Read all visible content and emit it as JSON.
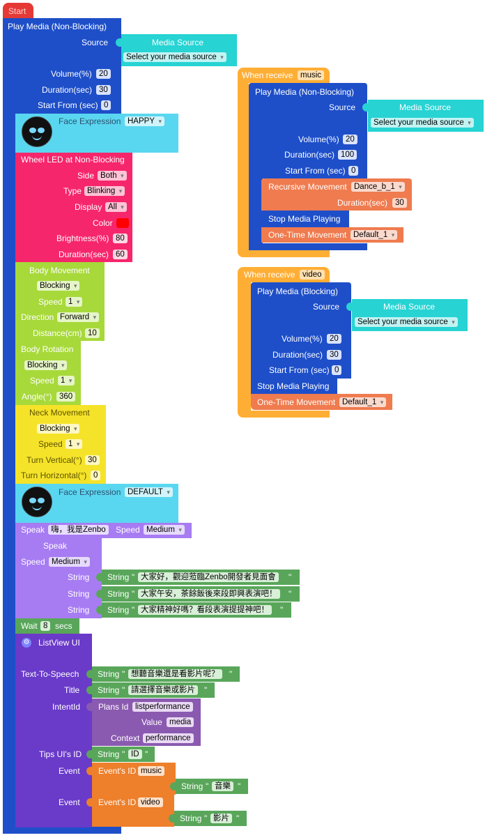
{
  "start": {
    "label": "Start"
  },
  "play_media_1": {
    "title": "Play Media (Non-Blocking)",
    "source_label": "Source",
    "media_source_title": "Media Source",
    "media_source_select": "Select your media source",
    "volume_label": "Volume(%)",
    "volume": "20",
    "duration_label": "Duration(sec)",
    "duration": "30",
    "start_from_label": "Start From (sec)",
    "start_from": "0"
  },
  "face_1": {
    "label": "Face Expression",
    "value": "HAPPY"
  },
  "wheel_led": {
    "title": "Wheel LED at Non-Blocking",
    "side_label": "Side",
    "side": "Both",
    "type_label": "Type",
    "type": "Blinking",
    "display_label": "Display",
    "display": "All",
    "color_label": "Color",
    "color": "#ff0000",
    "brightness_label": "Brightness(%)",
    "brightness": "80",
    "duration_label": "Duration(sec)",
    "duration": "60"
  },
  "body_movement": {
    "title": "Body Movement",
    "mode": "Blocking",
    "speed_label": "Speed",
    "speed": "1",
    "direction_label": "Direction",
    "direction": "Forward",
    "distance_label": "Distance(cm)",
    "distance": "10"
  },
  "body_rotation": {
    "title": "Body Rotation",
    "mode": "Blocking",
    "speed_label": "Speed",
    "speed": "1",
    "angle_label": "Angle(°)",
    "angle": "360"
  },
  "neck_movement": {
    "title": "Neck Movement",
    "mode": "Blocking",
    "speed_label": "Speed",
    "speed": "1",
    "vertical_label": "Turn Vertical(°)",
    "vertical": "30",
    "horizontal_label": "Turn Horizontal(°)",
    "horizontal": "0"
  },
  "face_2": {
    "label": "Face Expression",
    "value": "DEFAULT"
  },
  "speak_1": {
    "label": "Speak",
    "text": "嗨，我是Zenbo",
    "speed_label": "Speed",
    "speed": "Medium"
  },
  "speak_2": {
    "title": "Speak",
    "speed_label": "Speed",
    "speed": "Medium",
    "string_label": "String",
    "strings": [
      "大家好，觀迎蒞臨Zenbo開發者見面會",
      "大家午安，茶餘飯後來段即興表演吧！",
      "大家精神好嗎？看段表演提提神吧！"
    ]
  },
  "string_block": {
    "label": "String",
    "open_quote": "\"",
    "close_quote": "\""
  },
  "wait": {
    "label": "Wait",
    "value": "8",
    "unit": "secs"
  },
  "listview": {
    "title": "ListView UI",
    "tts_label": "Text-To-Speech",
    "tts": "想聽音樂還是看影片呢？",
    "title_label": "Title",
    "title_value": "請選擇音樂或影片",
    "intent_label": "IntentId",
    "plans_id_label": "Plans Id",
    "plans_id": "listperformance",
    "value_label": "Value",
    "value": "media",
    "context_label": "Context",
    "context": "performance",
    "tips_label": "Tips UI's ID",
    "tips": "ID",
    "event_label": "Event",
    "event_id_label": "Event's ID",
    "event_1_id": "music",
    "event_1_string": "音樂",
    "event_2_id": "video",
    "event_2_string": "影片"
  },
  "music_handler": {
    "when_receive": "When receive",
    "event": "music",
    "play_title": "Play Media (Non-Blocking)",
    "source_label": "Source",
    "media_source_title": "Media Source",
    "media_source_select": "Select your media source",
    "volume_label": "Volume(%)",
    "volume": "20",
    "duration_label": "Duration(sec)",
    "duration": "100",
    "start_from_label": "Start From (sec)",
    "start_from": "0",
    "recursive_label": "Recursive Movement",
    "recursive": "Dance_b_1",
    "rec_duration_label": "Duration(sec)",
    "rec_duration": "30",
    "stop_label": "Stop Media Playing",
    "onetime_label": "One-Time Movement",
    "onetime": "Default_1"
  },
  "video_handler": {
    "when_receive": "When receive",
    "event": "video",
    "play_title": "Play Media (Blocking)",
    "source_label": "Source",
    "media_source_title": "Media Source",
    "media_source_select": "Select your media source",
    "volume_label": "Volume(%)",
    "volume": "20",
    "duration_label": "Duration(sec)",
    "duration": "30",
    "start_from_label": "Start From (sec)",
    "start_from": "0",
    "stop_label": "Stop Media Playing",
    "onetime_label": "One-Time Movement",
    "onetime": "Default_1"
  },
  "colors": {
    "start": "#e53935",
    "play_media": "#1e4fc9",
    "media_source": "#27d3d3",
    "face": "#5ad7f0",
    "wheel_led": "#f6266c",
    "body": "#a7d93a",
    "neck": "#f5e32a",
    "speak": "#a77cf2",
    "string": "#59a65a",
    "wait": "#59a65a",
    "listview": "#6a3ac9",
    "plans": "#8a5ab0",
    "event": "#ee7f2b",
    "when_receive": "#ffae35",
    "recursive": "#ef7b4f"
  }
}
